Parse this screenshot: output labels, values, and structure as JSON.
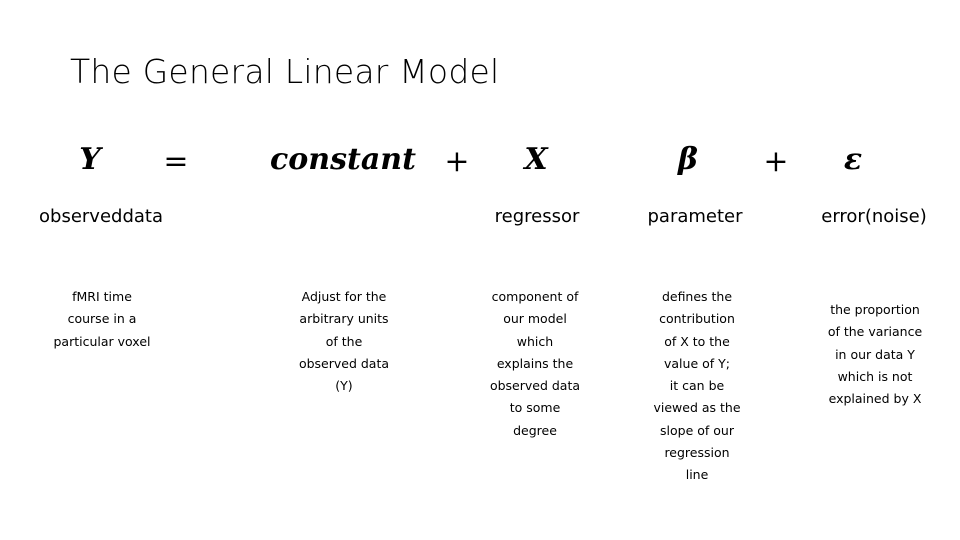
{
  "slide": {
    "title": "The General Linear Model",
    "background_color": "#ffffff",
    "text_color": "#000000"
  },
  "equation": {
    "terms": [
      {
        "key": "y",
        "text": "Y",
        "kind": "variable"
      },
      {
        "key": "equals",
        "text": "=",
        "kind": "operator"
      },
      {
        "key": "constant",
        "text": "constant",
        "kind": "variable"
      },
      {
        "key": "plus1",
        "text": "+",
        "kind": "operator"
      },
      {
        "key": "x",
        "text": "X",
        "kind": "variable"
      },
      {
        "key": "beta",
        "text": "β",
        "kind": "variable"
      },
      {
        "key": "plus2",
        "text": "+",
        "kind": "operator"
      },
      {
        "key": "epsilon",
        "text": "ε",
        "kind": "variable"
      }
    ]
  },
  "labels": {
    "observed": "observed\ndata",
    "observed_lines": [
      "observed",
      "data"
    ],
    "regressor": "regressor",
    "parameter": "parameter",
    "error_lines": [
      "error",
      "(noise)"
    ]
  },
  "descriptions": {
    "observed": {
      "lines": [
        "fMRI time",
        "course in a",
        "particular voxel"
      ]
    },
    "constant": {
      "lines": [
        "Adjust for the",
        "arbitrary units",
        "of the",
        "observed data",
        "(Y)"
      ]
    },
    "regressor": {
      "lines": [
        "component of",
        "our model",
        "which",
        "explains the",
        "observed data",
        "to some",
        "degree"
      ]
    },
    "parameter": {
      "lines": [
        "defines the",
        "contribution",
        "of X to the",
        "value of Y;",
        "it can be",
        "viewed as the",
        "slope of our",
        "regression",
        "line"
      ]
    },
    "error": {
      "lines": [
        "the proportion",
        "of the variance",
        "in our data Y",
        "which is not",
        "explained by X"
      ]
    }
  }
}
